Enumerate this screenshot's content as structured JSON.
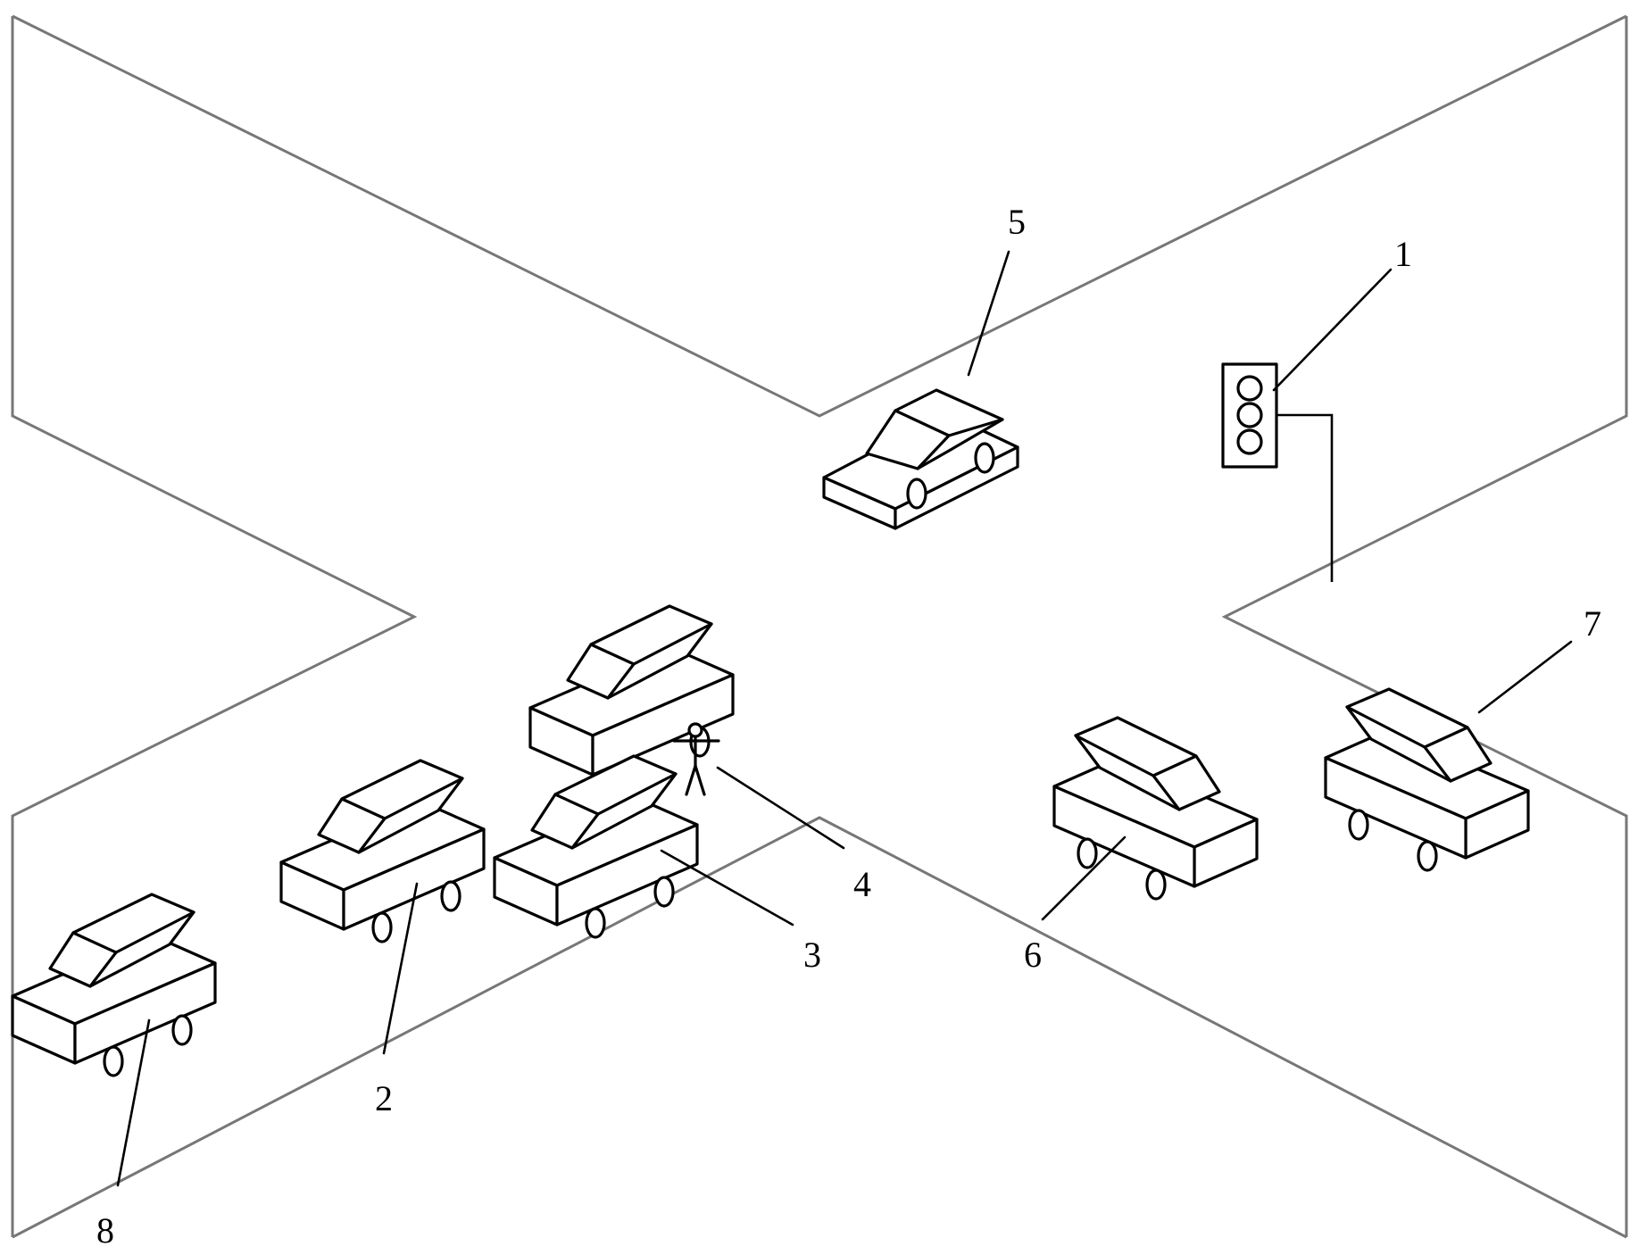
{
  "figure": {
    "callouts": [
      {
        "id": "1",
        "label": "1"
      },
      {
        "id": "2",
        "label": "2"
      },
      {
        "id": "3",
        "label": "3"
      },
      {
        "id": "4",
        "label": "4"
      },
      {
        "id": "5",
        "label": "5"
      },
      {
        "id": "6",
        "label": "6"
      },
      {
        "id": "7",
        "label": "7"
      },
      {
        "id": "8",
        "label": "8"
      }
    ],
    "colors": {
      "road_edge": "#777777",
      "ink": "#000000",
      "background": "#ffffff"
    }
  }
}
